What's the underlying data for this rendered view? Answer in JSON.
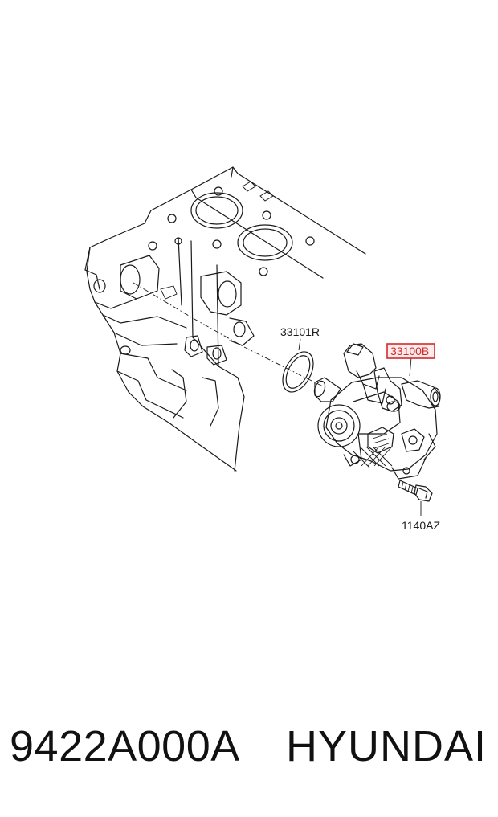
{
  "callouts": {
    "oring": "33101R",
    "pump": "33100B",
    "bolt": "1140AZ"
  },
  "highlight_color": "#d42a2a",
  "footer": {
    "part_number": "9422A000A",
    "brand": "HYUNDAI"
  }
}
